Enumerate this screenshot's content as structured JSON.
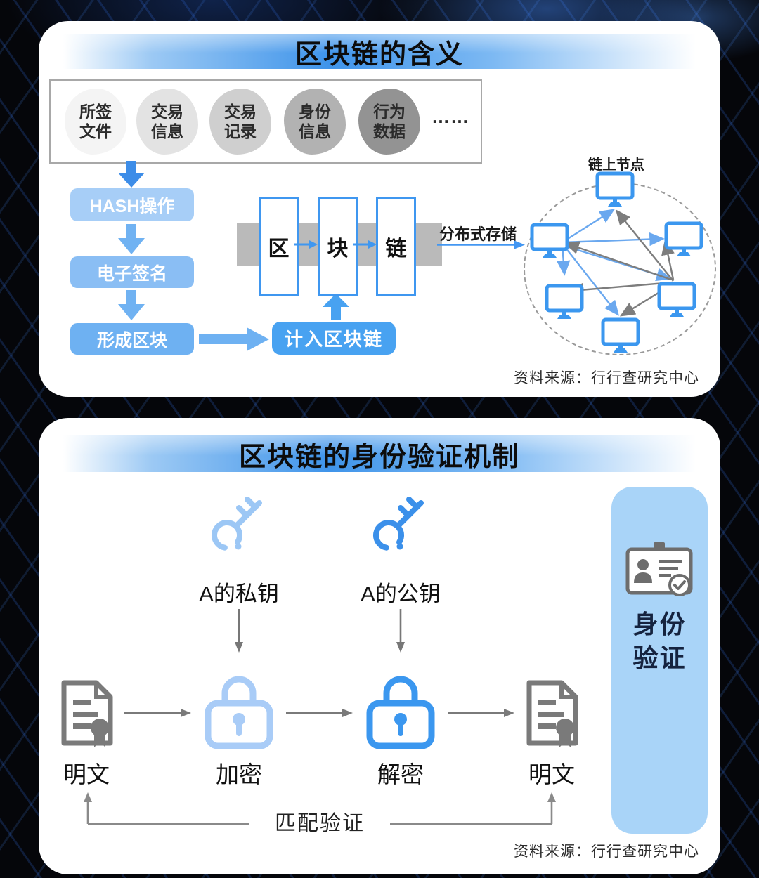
{
  "panel1": {
    "title": "区块链的含义",
    "data_box": {
      "items": [
        {
          "label": "所签\n文件",
          "bg": "#f4f4f4"
        },
        {
          "label": "交易\n信息",
          "bg": "#e3e3e3"
        },
        {
          "label": "交易\n记录",
          "bg": "#cfcfcf"
        },
        {
          "label": "身份\n信息",
          "bg": "#b2b2b2"
        },
        {
          "label": "行为\n数据",
          "bg": "#939393"
        }
      ],
      "ellipsis": "……"
    },
    "flow": {
      "hash": "HASH操作",
      "sign": "电子签名",
      "form": "形成区块",
      "record": "计入区块链"
    },
    "chain": {
      "block1": "区",
      "block2": "块",
      "block3": "链"
    },
    "distributed_label": "分布式存储",
    "nodes_label": "链上节点",
    "source": "资料来源：行行查研究中心"
  },
  "panel2": {
    "title": "区块链的身份验证机制",
    "private_key_label": "A的私钥",
    "public_key_label": "A的公钥",
    "plaintext_left": "明文",
    "encrypt_label": "加密",
    "decrypt_label": "解密",
    "plaintext_right": "明文",
    "match_label": "匹配验证",
    "identity_label": "身份\n验证",
    "source": "资料来源：行行查研究中心"
  },
  "colors": {
    "accent_blue": "#3f94ea",
    "light_blue_box": "#a7cef7",
    "mid_blue_box": "#8abef4",
    "deep_blue_box": "#48a2f1",
    "lock_light": "#a9ccf7",
    "lock_blue": "#3b97ef",
    "gray_icon": "#7a7a7a"
  }
}
